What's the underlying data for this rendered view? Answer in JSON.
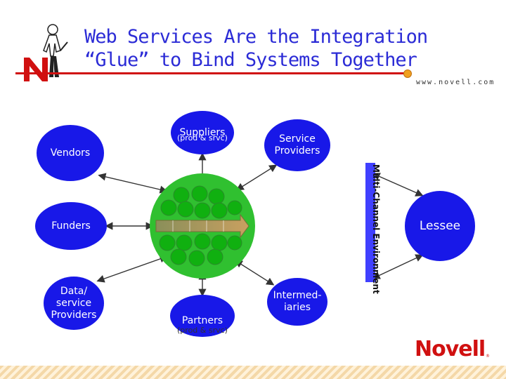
{
  "title": {
    "line1": "Web Services Are the Integration",
    "line2": "“Glue” to Bind Systems Together"
  },
  "url": "www.novell.com",
  "nodes": {
    "vendors": "Vendors",
    "suppliers": "Suppliers",
    "suppliers_sub": "(prod & srvc)",
    "service_providers_1": "Service",
    "service_providers_2": "Providers",
    "funders": "Funders",
    "data_1": "Data/",
    "data_2": "service",
    "data_3": "Providers",
    "partners": "Partners",
    "partners_sub": "(prod & srvc)",
    "intermediaries_1": "Intermed-",
    "intermediaries_2": "iaries",
    "lessee": "Lessee"
  },
  "environment_label": "Multi-Channel Environment",
  "brand": "Novell",
  "trademark": "®",
  "colors": {
    "node": "#1818e8",
    "title": "#2b2bd6",
    "accent": "#d01010",
    "hub": "#30c030",
    "hub_node": "#10b010"
  }
}
